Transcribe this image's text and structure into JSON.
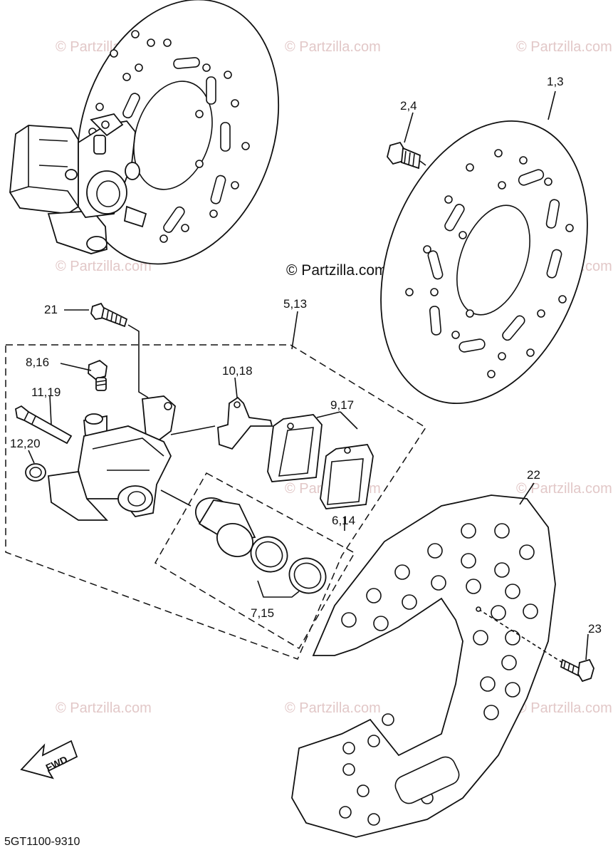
{
  "watermark": "© Partzilla.com",
  "center_watermark": "© Partzilla.com",
  "diagram_code": "5GT1100-9310",
  "fwd_label": "FWD",
  "callouts": {
    "c_1_3": "1,3",
    "c_2_4": "2,4",
    "c_21": "21",
    "c_5_13": "5,13",
    "c_8_16": "8,16",
    "c_10_18": "10,18",
    "c_11_19": "11,19",
    "c_9_17": "9,17",
    "c_12_20": "12,20",
    "c_6_14": "6,14",
    "c_7_15": "7,15",
    "c_22": "22",
    "c_23": "23"
  },
  "icons": {
    "fwd_arrow": "fwd-arrow-icon"
  }
}
